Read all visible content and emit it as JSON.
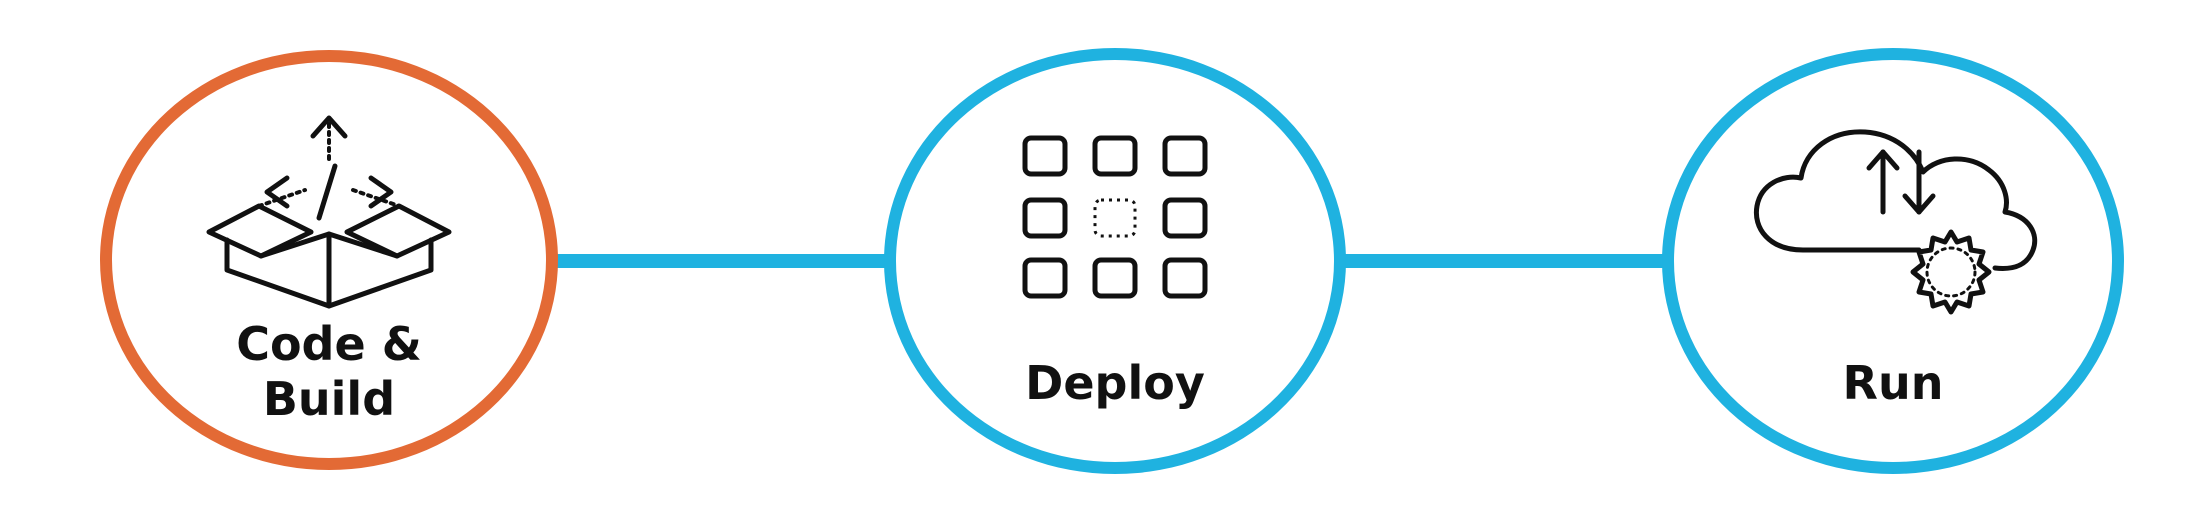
{
  "steps": [
    {
      "label": "Code &\nBuild",
      "icon": "open-box-code-icon",
      "border_color": "#e36a35"
    },
    {
      "label": "Deploy",
      "icon": "grid-modules-icon",
      "border_color": "#1fb2e0"
    },
    {
      "label": "Run",
      "icon": "cloud-sync-gear-icon",
      "border_color": "#1fb2e0"
    }
  ],
  "connector_color": "#1fb2e0"
}
